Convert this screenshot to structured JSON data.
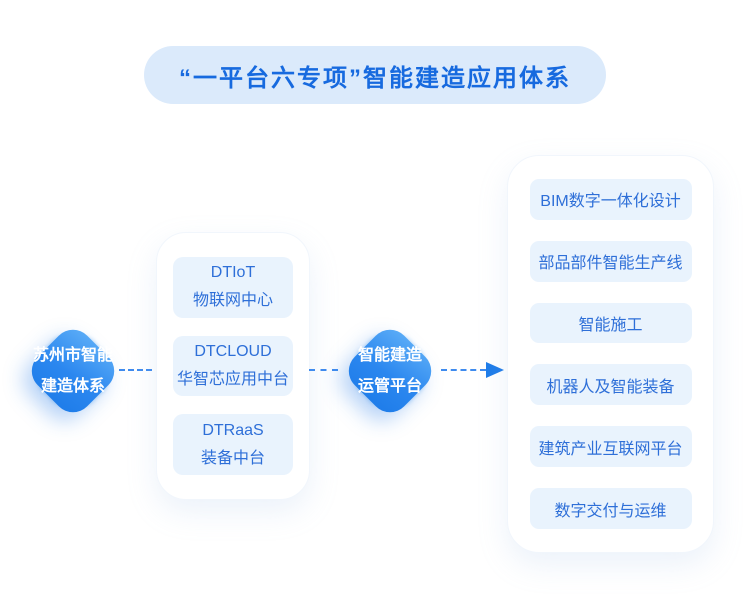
{
  "title": {
    "text": "“一平台六专项”智能建造应用体系"
  },
  "colors": {
    "banner_bg": "#dbeafb",
    "title_text": "#176adf",
    "node_gradient_start": "#5cadf7",
    "node_gradient_end": "#1e7ce9",
    "node_text": "#ffffff",
    "box_bg": "#e9f3fd",
    "box_text": "#2e6fd8",
    "connector": "#3f8bee",
    "arrow": "#1e7ce9",
    "card_bg": "#ffffff"
  },
  "flow": {
    "source_node": {
      "line1": "苏州市智能",
      "line2": "建造体系"
    },
    "middle_card": {
      "items": [
        {
          "line1": "DTIoT",
          "line2": "物联网中心"
        },
        {
          "line1": "DTCLOUD",
          "line2": "华智芯应用中台"
        },
        {
          "line1": "DTRaaS",
          "line2": "装备中台"
        }
      ]
    },
    "platform_node": {
      "line1": "智能建造",
      "line2": "运管平台"
    },
    "applications_card": {
      "items": [
        {
          "label": "BIM数字一体化设计"
        },
        {
          "label": "部品部件智能生产线"
        },
        {
          "label": "智能施工"
        },
        {
          "label": "机器人及智能装备"
        },
        {
          "label": "建筑产业互联网平台"
        },
        {
          "label": "数字交付与运维"
        }
      ]
    }
  }
}
